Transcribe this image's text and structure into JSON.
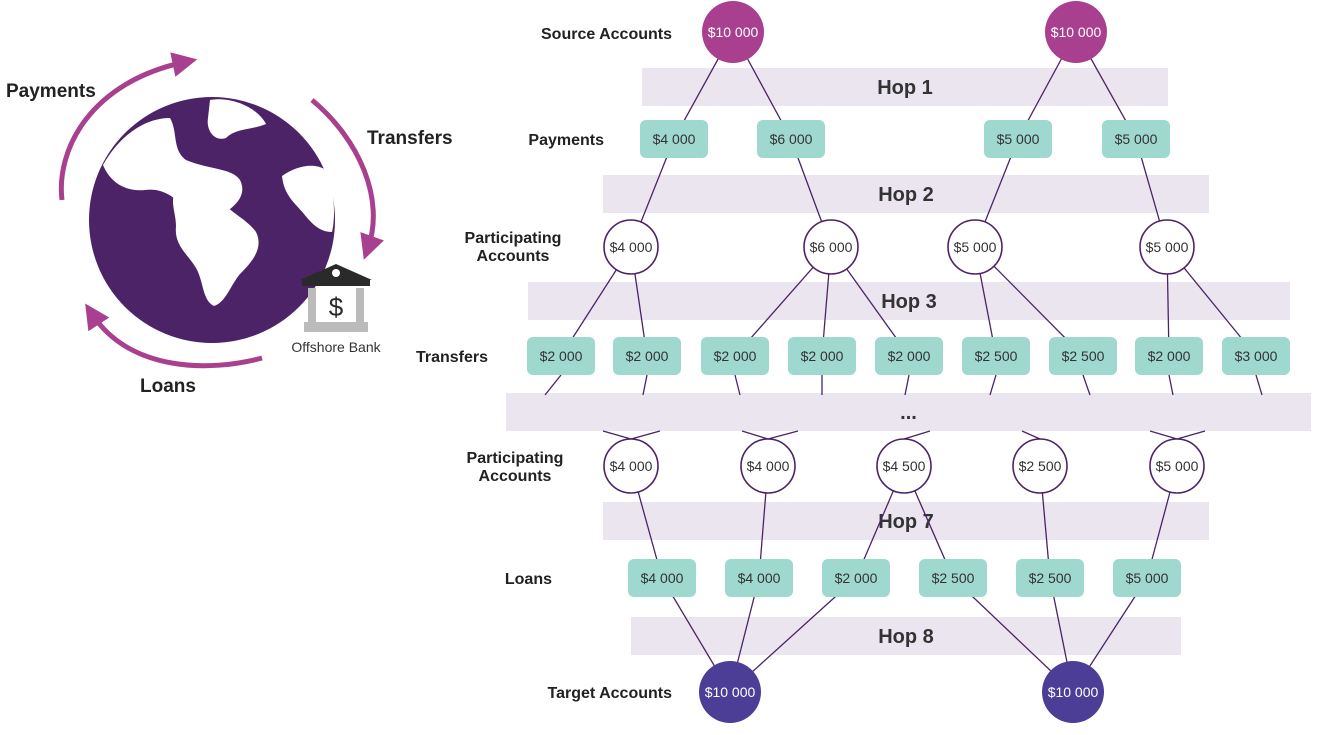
{
  "globe": {
    "cycle_labels": [
      "Payments",
      "Transfers",
      "Loans"
    ],
    "bank_label": "Offshore Bank",
    "bank_symbol": "$"
  },
  "row_labels": {
    "source": "Source Accounts",
    "payments": "Payments",
    "participating_1": [
      "Participating",
      "Accounts"
    ],
    "transfers": "Transfers",
    "participating_2": [
      "Participating",
      "Accounts"
    ],
    "loans": "Loans",
    "target": "Target Accounts"
  },
  "hops": [
    "Hop 1",
    "Hop 2",
    "Hop 3",
    "...",
    "Hop 7",
    "Hop 8"
  ],
  "rows": {
    "source": [
      "$10 000",
      "$10 000"
    ],
    "payments": [
      "$4 000",
      "$6 000",
      "$5 000",
      "$5 000"
    ],
    "participating_1": [
      "$4 000",
      "$6 000",
      "$5 000",
      "$5 000"
    ],
    "transfers": [
      "$2 000",
      "$2 000",
      "$2 000",
      "$2 000",
      "$2 000",
      "$2 500",
      "$2 500",
      "$2 000",
      "$3 000"
    ],
    "participating_2": [
      "$4 000",
      "$4 000",
      "$4 500",
      "$2 500",
      "$5 000"
    ],
    "loans": [
      "$4 000",
      "$4 000",
      "$2 000",
      "$2 500",
      "$2 500",
      "$5 000"
    ],
    "target": [
      "$10 000",
      "$10 000"
    ]
  },
  "colors": {
    "source_fill": "#a8408f",
    "target_fill": "#4c3d96",
    "box_fill": "#9fd8cf",
    "band_fill": "#ebe5f0",
    "globe_fill": "#4b2366",
    "arrow": "#a8408f",
    "line": "#4b2366"
  }
}
